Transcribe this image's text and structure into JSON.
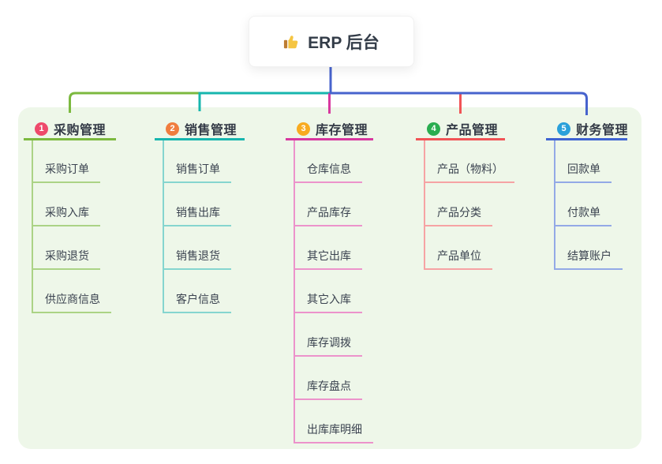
{
  "root": {
    "icon": "thumbs-up-icon",
    "label": "ERP 后台"
  },
  "canvas": {
    "background": "#ffffff",
    "panel_background": "#eef7e9"
  },
  "connector": {
    "root_color": "#4763cd"
  },
  "branches": [
    {
      "num": "1",
      "title": "采购管理",
      "badge_color": "#ee4a6b",
      "line_color": "#7cb93f",
      "child_line_color": "#abd385",
      "children": [
        "采购订单",
        "采购入库",
        "采购退货",
        "供应商信息"
      ]
    },
    {
      "num": "2",
      "title": "销售管理",
      "badge_color": "#f07d3e",
      "line_color": "#17b6ae",
      "child_line_color": "#85d5cf",
      "children": [
        "销售订单",
        "销售出库",
        "销售退货",
        "客户信息"
      ]
    },
    {
      "num": "3",
      "title": "库存管理",
      "badge_color": "#f8ab20",
      "line_color": "#d8389f",
      "child_line_color": "#ec93cb",
      "children": [
        "仓库信息",
        "产品库存",
        "其它出库",
        "其它入库",
        "库存调拨",
        "库存盘点",
        "出库库明细"
      ]
    },
    {
      "num": "4",
      "title": "产品管理",
      "badge_color": "#2aad50",
      "line_color": "#f15456",
      "child_line_color": "#f6a3a4",
      "children": [
        "产品（物料）",
        "产品分类",
        "产品单位"
      ]
    },
    {
      "num": "5",
      "title": "财务管理",
      "badge_color": "#2aa0da",
      "line_color": "#3e63d2",
      "child_line_color": "#93a9e6",
      "children": [
        "回款单",
        "付款单",
        "结算账户"
      ]
    }
  ]
}
